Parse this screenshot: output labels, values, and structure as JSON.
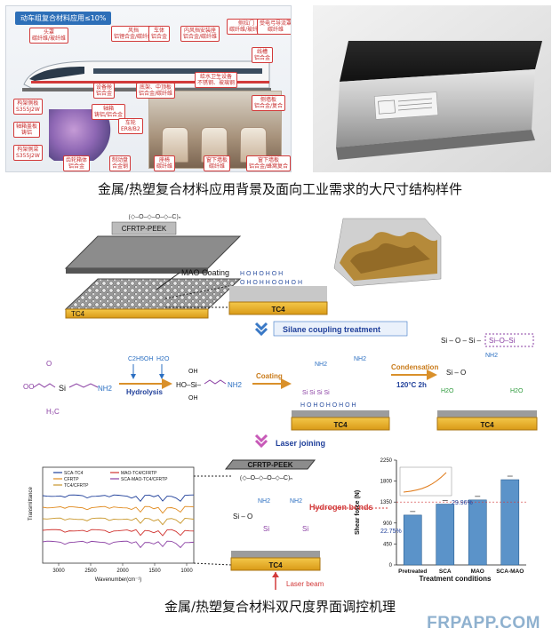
{
  "train_panel": {
    "title": "动车组复合材料应用≤10%",
    "callouts": [
      {
        "label": "头罩\n碳纤维/玻纤维"
      },
      {
        "label": "风挡\n铝锂合金/碳纤维"
      },
      {
        "label": "车体\n铝合金"
      },
      {
        "label": "内风挡安装座\n铝合金/碳纤维"
      },
      {
        "label": "侧拉门\n碳纤维/玻纤维"
      },
      {
        "label": "受电弓导流罩\n碳纤维"
      },
      {
        "label": "线槽\n铝合金"
      },
      {
        "label": "构架侧板\nS355J2W"
      },
      {
        "label": "设备舱\n铝合金"
      },
      {
        "label": "底架、中顶板\n铝合金/碳纤维"
      },
      {
        "label": "轴箱\n铸铝/铝合金"
      },
      {
        "label": "车轮\nER8/B2"
      },
      {
        "label": "轴箱盖板\n铸铝"
      },
      {
        "label": "构架侧梁\nS355J2W"
      },
      {
        "label": "齿轮箱体\n铝合金"
      },
      {
        "label": "制动盘\n合金钢"
      },
      {
        "label": "座椅\n碳纤维"
      },
      {
        "label": "窗下墙板\n碳纤维"
      },
      {
        "label": "窗下墙板\n铝合金/蜂窝复合"
      },
      {
        "label": "侧墙板\n铝合金/复合"
      },
      {
        "label": "给水卫生设备\n不锈钢、玻璃钢"
      }
    ]
  },
  "captions": {
    "top": "金属/热塑复合材料应用背景及面向工业需求的大尺寸结构样件",
    "bottom": "金属/热塑复合材料双尺度界面调控机理"
  },
  "mechanism": {
    "plate_label": "CFRTP-PEEK",
    "coating_label": "MAO Coating",
    "substrate_label": "TC4",
    "step1": "Silane coupling  treatment",
    "step2": "Laser joining",
    "hydrolysis": "Hydrolysis",
    "hydrolysis_reagents": [
      "C2H5OH",
      "H2O"
    ],
    "coating": "Coating",
    "condensation": "Condensation",
    "condensation_cond": "120°C 2h",
    "si_o_si": "Si – O – Si –",
    "hydrogen_bonds": "Hydrogen bonds",
    "laser_beam": "Laser beam",
    "h2o": "H2O",
    "nh2": "NH2"
  },
  "ftir": {
    "xlabel": "Wavenumber(cm⁻¹)",
    "ylabel": "Transmittance",
    "xticks": [
      "3000",
      "2500",
      "2000",
      "1500",
      "1000"
    ],
    "legend": [
      "SCA-TC4",
      "CFRTP",
      "TC4/CFRTP",
      "MAO-TC4/CFRTP",
      "SCA-MAO-TC4/CFRTP"
    ],
    "colors": [
      "#1f3f9a",
      "#e08a1e",
      "#c9972b",
      "#d0332f",
      "#8a3fa3"
    ]
  },
  "chart_data": {
    "type": "bar",
    "categories": [
      "Pretreated",
      "SCA",
      "MAO",
      "SCA-MAO"
    ],
    "values": [
      1070,
      1305,
      1395,
      1830
    ],
    "xlabel": "Treatment conditions",
    "ylabel": "Shear force (N)",
    "ylim": [
      0,
      2250
    ],
    "yticks": [
      0,
      450,
      900,
      1350,
      1800,
      2250
    ],
    "annotations": [
      "22.75%",
      "29.96%"
    ],
    "bar_color": "#5b93c9"
  },
  "watermark": "FRPAPP.COM"
}
